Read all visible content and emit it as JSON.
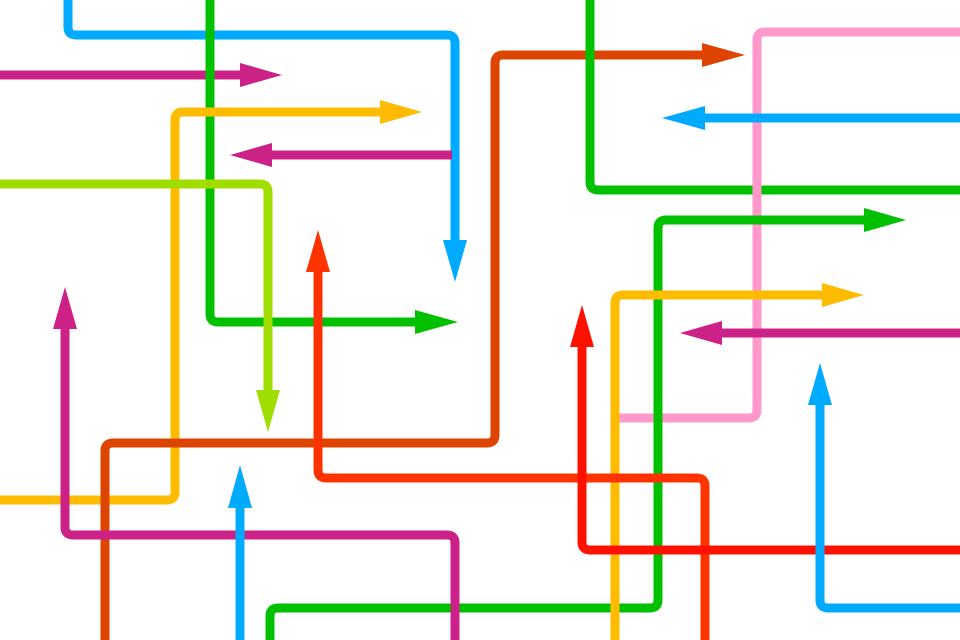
{
  "palette": {
    "blue": "#00AAFF",
    "magenta": "#CC2288",
    "green": "#00C000",
    "yellow": "#FFBB00",
    "lime": "#A0DD00",
    "rust": "#DD4400",
    "pink": "#FF99CC",
    "red_orange": "#FF3300",
    "red": "#FF1100"
  },
  "arrows": [
    {
      "name": "blue-arrow-top",
      "color": "blue",
      "direction": "down"
    },
    {
      "name": "magenta-arrow-top",
      "color": "magenta",
      "direction": "right"
    },
    {
      "name": "green-arrow-left",
      "color": "green",
      "direction": "right"
    },
    {
      "name": "yellow-arrow-left",
      "color": "yellow",
      "direction": "right"
    },
    {
      "name": "magenta-arrow-middle",
      "color": "magenta",
      "direction": "left"
    },
    {
      "name": "lime-arrow",
      "color": "lime",
      "direction": "down"
    },
    {
      "name": "rust-arrow",
      "color": "rust",
      "direction": "right"
    },
    {
      "name": "green-line-top-right",
      "color": "green",
      "direction": "none"
    },
    {
      "name": "pink-line",
      "color": "pink",
      "direction": "none"
    },
    {
      "name": "blue-arrow-right",
      "color": "blue",
      "direction": "left"
    },
    {
      "name": "green-arrow-right",
      "color": "green",
      "direction": "right"
    },
    {
      "name": "yellow-arrow-right",
      "color": "yellow",
      "direction": "right"
    },
    {
      "name": "magenta-arrow-right",
      "color": "magenta",
      "direction": "left"
    },
    {
      "name": "red-orange-arrow",
      "color": "red_orange",
      "direction": "up"
    },
    {
      "name": "red-arrow",
      "color": "red",
      "direction": "up"
    },
    {
      "name": "blue-arrow-bottom-right",
      "color": "blue",
      "direction": "up"
    },
    {
      "name": "magenta-arrow-bottom-left",
      "color": "magenta",
      "direction": "up"
    },
    {
      "name": "blue-arrow-bottom-left",
      "color": "blue",
      "direction": "up"
    }
  ]
}
